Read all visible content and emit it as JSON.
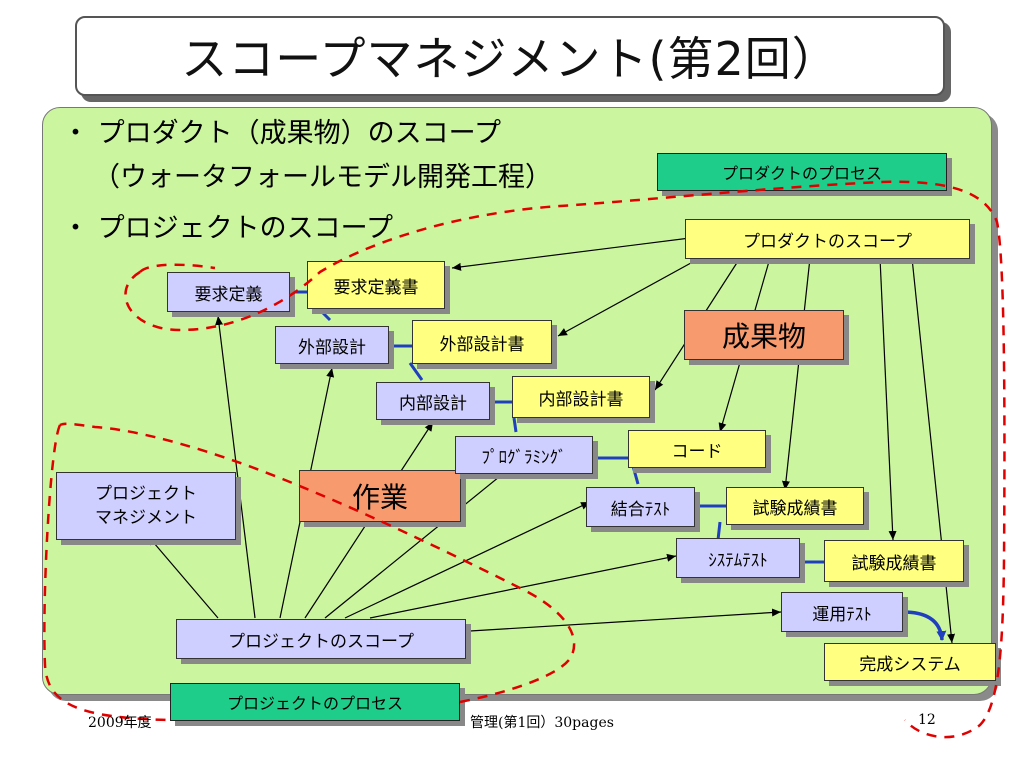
{
  "title": "スコープマネジメント(第2回）",
  "bullets": {
    "b1_line1": "・ プロダクト（成果物）のスコープ",
    "b1_line2": "（ウォータフォールモデル開発工程）",
    "b2": "・ プロジェクトのスコープ"
  },
  "labels": {
    "product_process": "プロダクトのプロセス",
    "project_process": "プロジェクトのプロセス",
    "product_scope": "プロダクトのスコープ",
    "deliverables": "成果物",
    "work": "作業",
    "pm_line1": "プロジェクト",
    "pm_line2": "マネジメント",
    "project_scope": "プロジェクトのスコープ",
    "req_def": "要求定義",
    "req_doc": "要求定義書",
    "ext_design": "外部設計",
    "ext_doc": "外部設計書",
    "int_design": "内部設計",
    "int_doc": "内部設計書",
    "programming": "ﾌﾟﾛｸﾞﾗﾐﾝｸﾞ",
    "code": "コード",
    "integration_test": "結合ﾃｽﾄ",
    "test_report_1": "試験成績書",
    "system_test": "ｼｽﾃﾑﾃｽﾄ",
    "test_report_2": "試験成績書",
    "operation_test": "運用ﾃｽﾄ",
    "completed_system": "完成システム"
  },
  "footer": {
    "left": "2009年度",
    "center": "管理(第1回）30pages",
    "page": "12"
  },
  "colors": {
    "panel": "#ccf5a0",
    "task": "#cfcfff",
    "document": "#ffff80",
    "process_label": "#1fcd8a",
    "highlight": "#f79a6e",
    "scope_outline": "#e00000",
    "connector": "#1f3fbf"
  }
}
